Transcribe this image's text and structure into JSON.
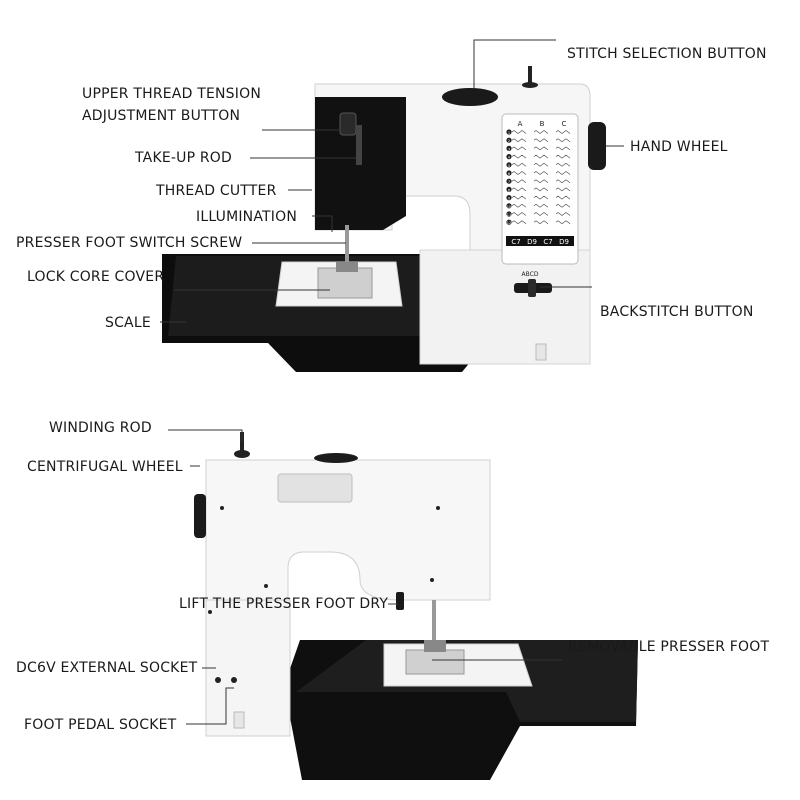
{
  "labels": {
    "stitch_selection": "STITCH SELECTION BUTTON",
    "upper_thread_1": "UPPER THREAD TENSION",
    "upper_thread_2": "ADJUSTMENT BUTTON",
    "take_up_rod": "TAKE-UP ROD",
    "thread_cutter": "THREAD CUTTER",
    "illumination": "ILLUMINATION",
    "presser_foot_switch_screw": "PRESSER FOOT SWITCH SCREW",
    "lock_core_cover": "LOCK CORE COVER",
    "scale": "SCALE",
    "hand_wheel": "HAND WHEEL",
    "backstitch": "BACKSTITCH BUTTON",
    "winding_rod": "WINDING ROD",
    "centrifugal_wheel": "CENTRIFUGAL WHEEL",
    "lift_presser_foot": "LIFT THE PRESSER FOOT DRY",
    "removable_presser_foot": "REMOVABLE PRESSER FOOT",
    "dc6v_socket": "DC6V EXTERNAL SOCKET",
    "foot_pedal_socket": "FOOT PEDAL SOCKET"
  },
  "stitch_panel": {
    "columns": [
      "A",
      "B",
      "C"
    ],
    "numbers": [
      "1",
      "2",
      "3",
      "4",
      "5",
      "6",
      "7",
      "8",
      "9",
      "10",
      "11",
      "12"
    ],
    "codes": [
      "C7",
      "D9",
      "C7",
      "D9"
    ],
    "footer": "ABCD"
  },
  "colors": {
    "body": "#f7f7f7",
    "dark": "#111111",
    "line": "#333333"
  }
}
